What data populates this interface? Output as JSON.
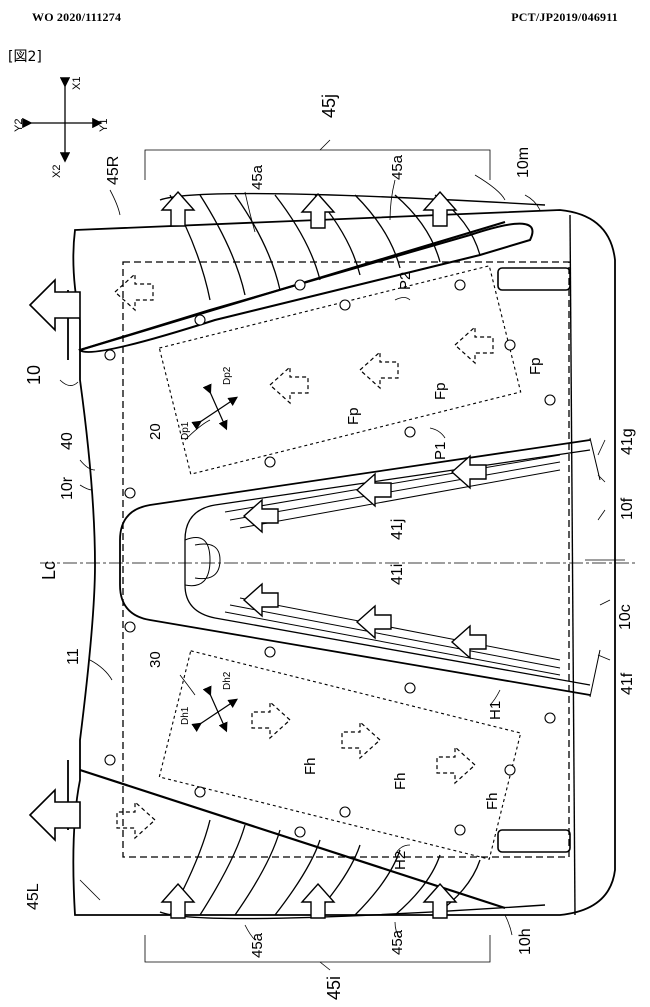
{
  "header": {
    "publication_number": "WO 2020/111274",
    "application_number": "PCT/JP2019/046911"
  },
  "figure": {
    "label": "[図2]"
  },
  "axes": {
    "x1": "X1",
    "x2": "X2",
    "y1": "Y1",
    "y2": "Y2"
  },
  "refs": {
    "r45j": "45j",
    "r45i": "45i",
    "r45R": "45R",
    "r45L": "45L",
    "r45a": "45a",
    "r10": "10",
    "r10m": "10m",
    "r10r": "10r",
    "r10f": "10f",
    "r10c": "10c",
    "r10h": "10h",
    "r40": "40",
    "r20": "20",
    "r30": "30",
    "r11": "11",
    "rLc": "Lc",
    "rP1": "P1",
    "rP2": "P2",
    "rH1": "H1",
    "rH2": "H2",
    "r41g": "41g",
    "r41f": "41f",
    "r41j": "41j",
    "r41i": "41i",
    "rFp": "Fp",
    "rFh": "Fh",
    "rDp1": "Dp1",
    "rDp2": "Dp2",
    "rDh1": "Dh1",
    "rDh2": "Dh2"
  }
}
